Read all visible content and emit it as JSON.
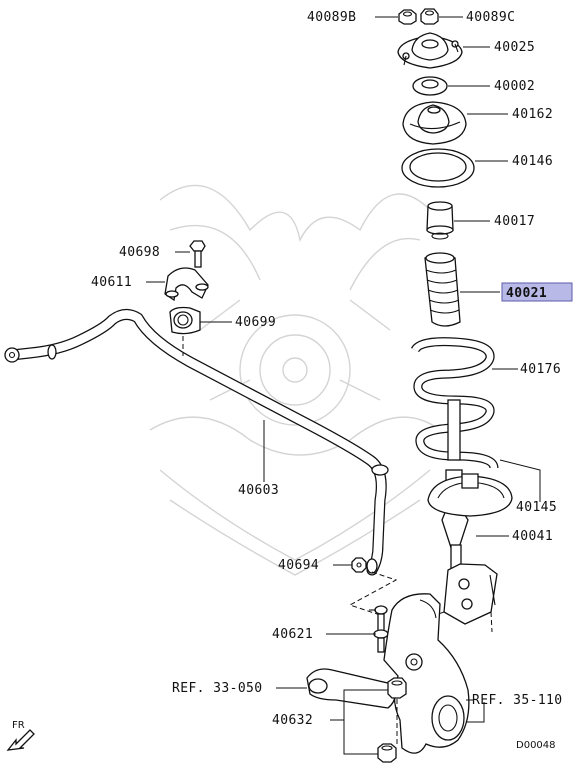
{
  "diagram": {
    "highlight_color": "#b9b9e8",
    "labels": {
      "p40089B": "40089B",
      "p40089C": "40089C",
      "p40025": "40025",
      "p40002": "40002",
      "p40162": "40162",
      "p40146": "40146",
      "p40017": "40017",
      "p40021": "40021",
      "p40698": "40698",
      "p40611": "40611",
      "p40699": "40699",
      "p40176": "40176",
      "p40603": "40603",
      "p40145": "40145",
      "p40041": "40041",
      "p40694": "40694",
      "p40621": "40621",
      "ref33": "REF. 33-050",
      "ref35": "REF. 35-110",
      "p40632": "40632",
      "fr": "FR",
      "code": "D00048"
    }
  }
}
